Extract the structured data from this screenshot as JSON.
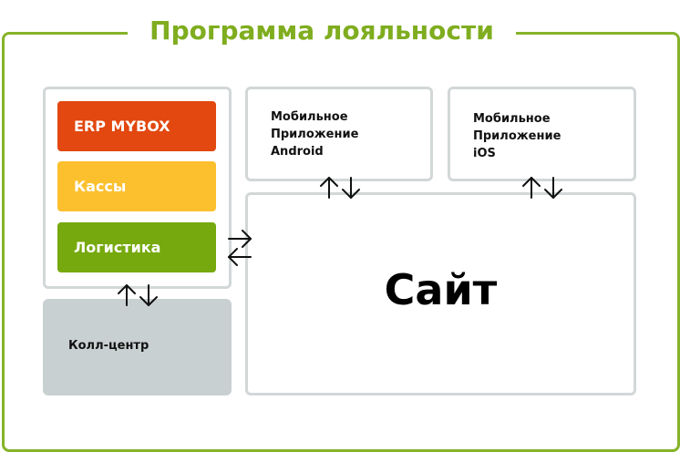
{
  "title": "Программа лояльности",
  "modules": {
    "erp": "ERP MYBOX",
    "kassy": "Кассы",
    "logistika": "Логистика"
  },
  "apps": {
    "android": "Мобильное\nПриложение\nAndroid",
    "ios": "Мобильное\nПриложение\niOS"
  },
  "call_center": "Колл-центр",
  "site": "Сайт",
  "colors": {
    "frame": "#86b32a",
    "title": "#7fad1f",
    "erp": "#e2480f",
    "kassy": "#fcc02f",
    "logistika": "#76a90d",
    "panel_border": "#d2d7d8",
    "call_center_fill": "#c9d0d1"
  }
}
